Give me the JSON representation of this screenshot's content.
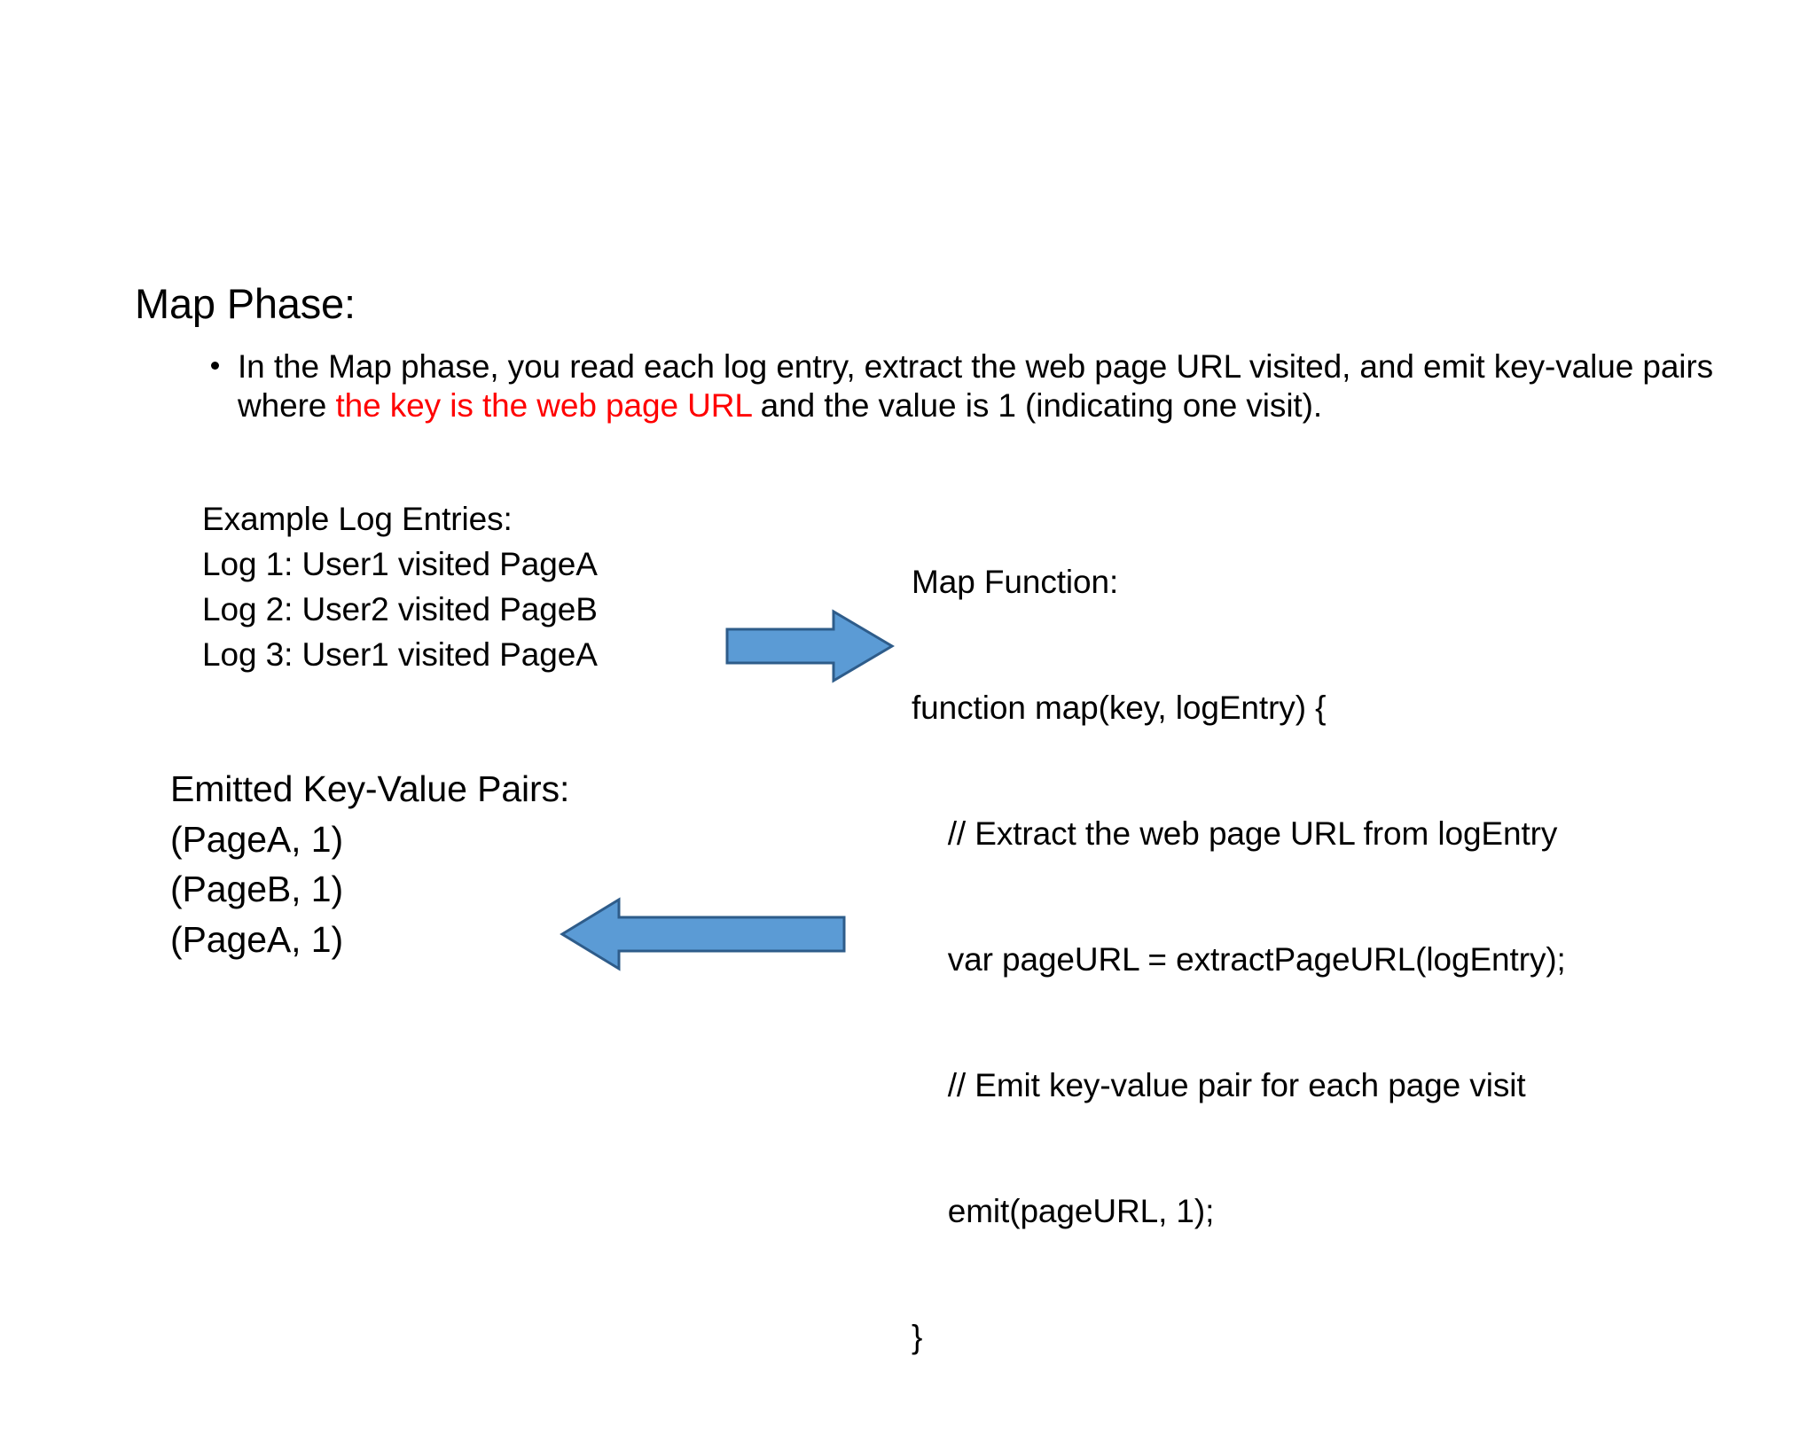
{
  "slide": {
    "title": "Map Phase:",
    "bullet": {
      "bullet_glyph": "•",
      "text_before_red": "In the Map phase, you read each log entry, extract the web page URL visited, and emit key-value pairs where ",
      "red_text": "the key is the web page URL",
      "text_after_red": " and the value is 1 (indicating one visit).",
      "red_color": "#FF0000"
    },
    "log_entries": {
      "heading": "Example Log Entries:",
      "items": [
        "Log 1: User1 visited PageA",
        "Log 2: User2 visited PageB",
        "Log 3: User1 visited PageA"
      ]
    },
    "emitted_pairs": {
      "heading": "Emitted Key-Value Pairs:",
      "items": [
        "(PageA, 1)",
        "(PageB, 1)",
        "(PageA, 1)"
      ]
    },
    "map_function": {
      "heading": "Map Function:",
      "lines": [
        "function map(key, logEntry) {",
        "    // Extract the web page URL from logEntry",
        "    var pageURL = extractPageURL(logEntry);",
        "    // Emit key-value pair for each page visit",
        "    emit(pageURL, 1);",
        "}"
      ]
    },
    "arrows": {
      "right": {
        "name": "arrow-right-icon",
        "direction": "right",
        "fill": "#5B9BD5",
        "stroke": "#2E5C8A"
      },
      "left": {
        "name": "arrow-left-icon",
        "direction": "left",
        "fill": "#5B9BD5",
        "stroke": "#2E5C8A"
      }
    }
  }
}
